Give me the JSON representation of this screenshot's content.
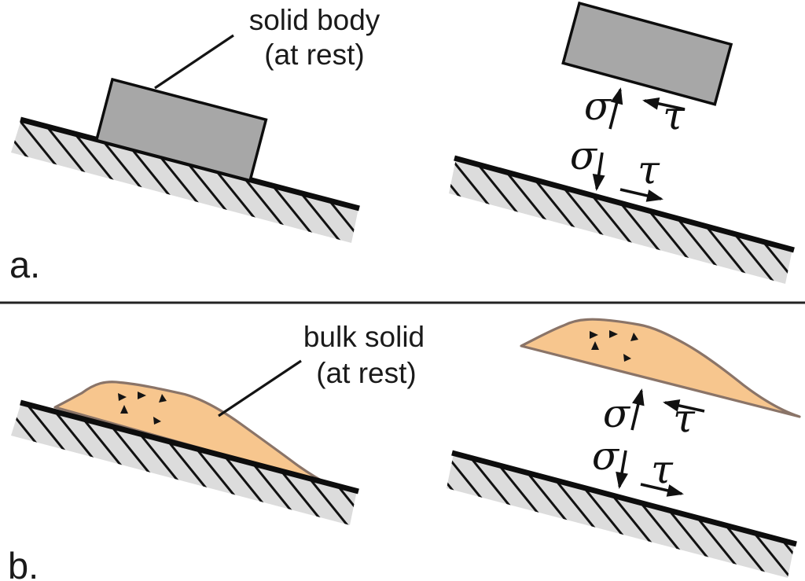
{
  "figure": {
    "panel_a": {
      "label": "a.",
      "annotation": {
        "line1": "solid body",
        "line2": "(at rest)"
      },
      "stress": {
        "sigma": "σ",
        "tau": "τ"
      }
    },
    "panel_b": {
      "label": "b.",
      "annotation": {
        "line1": "bulk solid",
        "line2": "(at rest)"
      },
      "stress": {
        "sigma": "σ",
        "tau": "τ"
      }
    },
    "colors": {
      "solid_body_fill": "#a7a7a7",
      "bulk_solid_fill": "#f7c68e",
      "bulk_solid_outline": "#8a7468",
      "ground_fill": "#dcdcdc",
      "ink": "#111111"
    }
  }
}
